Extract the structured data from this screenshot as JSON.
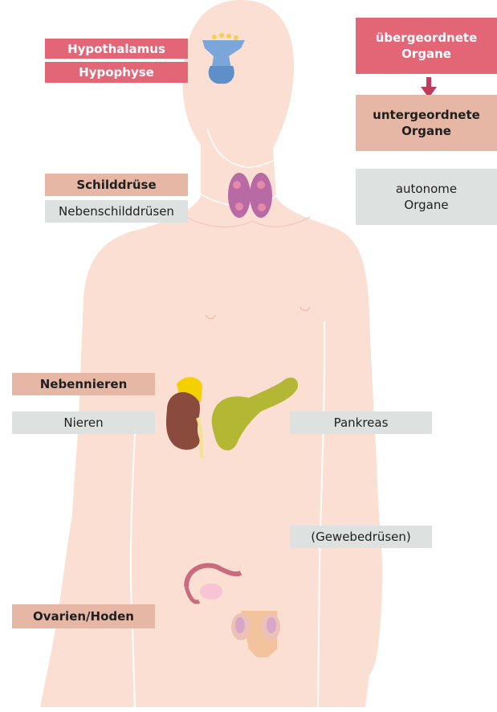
{
  "colors": {
    "superordinate": "#e36677",
    "subordinate": "#e6b7a5",
    "autonomous": "#dde1df",
    "skin": "#fbdfd3",
    "arrow": "#c13b5c"
  },
  "legend": {
    "superordinate": {
      "line1": "übergeordnete",
      "line2": "Organe"
    },
    "subordinate": {
      "line1": "untergeordnete",
      "line2": "Organe"
    },
    "autonomous": {
      "line1": "autonome",
      "line2": "Organe"
    }
  },
  "labels": {
    "hypothalamus": "Hypothalamus",
    "hypophyse": "Hypophyse",
    "schilddruese": "Schilddrüse",
    "nebenschilddruesen": "Nebenschilddrüsen",
    "nebennieren": "Nebennieren",
    "nieren": "Nieren",
    "pankreas": "Pankreas",
    "gewebedruesen": "(Gewebedrüsen)",
    "ovarien_hoden": "Ovarien/Hoden"
  }
}
